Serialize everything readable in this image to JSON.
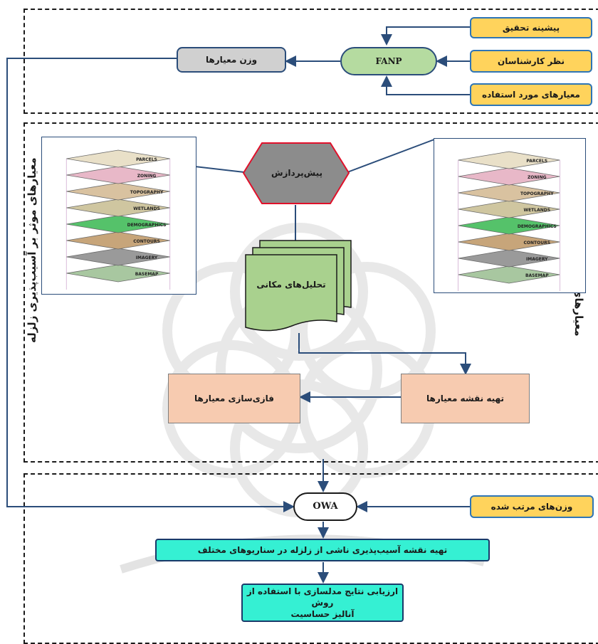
{
  "top": {
    "sources": [
      "پیشینه تحقیق",
      "نظر کارشناسان",
      "معیارهای مورد استفاده"
    ],
    "fanp": "FANP",
    "weights": "وزن معیارها"
  },
  "middle": {
    "right_label": "معیارهای موثر بر آسیب‌پذیری زلزله",
    "left_label": "معیارهای موثر بر آسیب‌پذیری زلزله",
    "preprocess": "پیش‌پردازش",
    "spatial": "تحلیل‌های مکانی",
    "criteria_map": "تهیه نقشه معیارها",
    "fuzzy": "فازی‌سازی معیارها",
    "layers": [
      "PARCELS",
      "ZONING",
      "TOPOGRAPHY",
      "WETLANDS",
      "DEMOGRAPHICS",
      "CONTOURS",
      "IMAGERY",
      "BASEMAP"
    ]
  },
  "bottom": {
    "ordered_weights": "وزن‌های مرتب شده",
    "owa": "OWA",
    "vuln_map": "تهیه نقشه آسیب‌پذیری ناشی از زلزله در سناریوهای مختلف",
    "eval_line1": "ارزیابی نتایج مدلسازی با استفاده از روش",
    "eval_line2": "آنالیز حساسیت"
  },
  "colors": {
    "source_fill": "#ffd35c",
    "fanp_fill": "#b5dba0",
    "weights_fill": "#d0d0d0",
    "preprocess_fill": "#8c8c8c",
    "preprocess_border": "#e0102a",
    "spatial_fill": "#a9d18e",
    "salmon_fill": "#f7cbb0",
    "teal_fill": "#35f0d3",
    "arrow": "#2b4d7a"
  }
}
